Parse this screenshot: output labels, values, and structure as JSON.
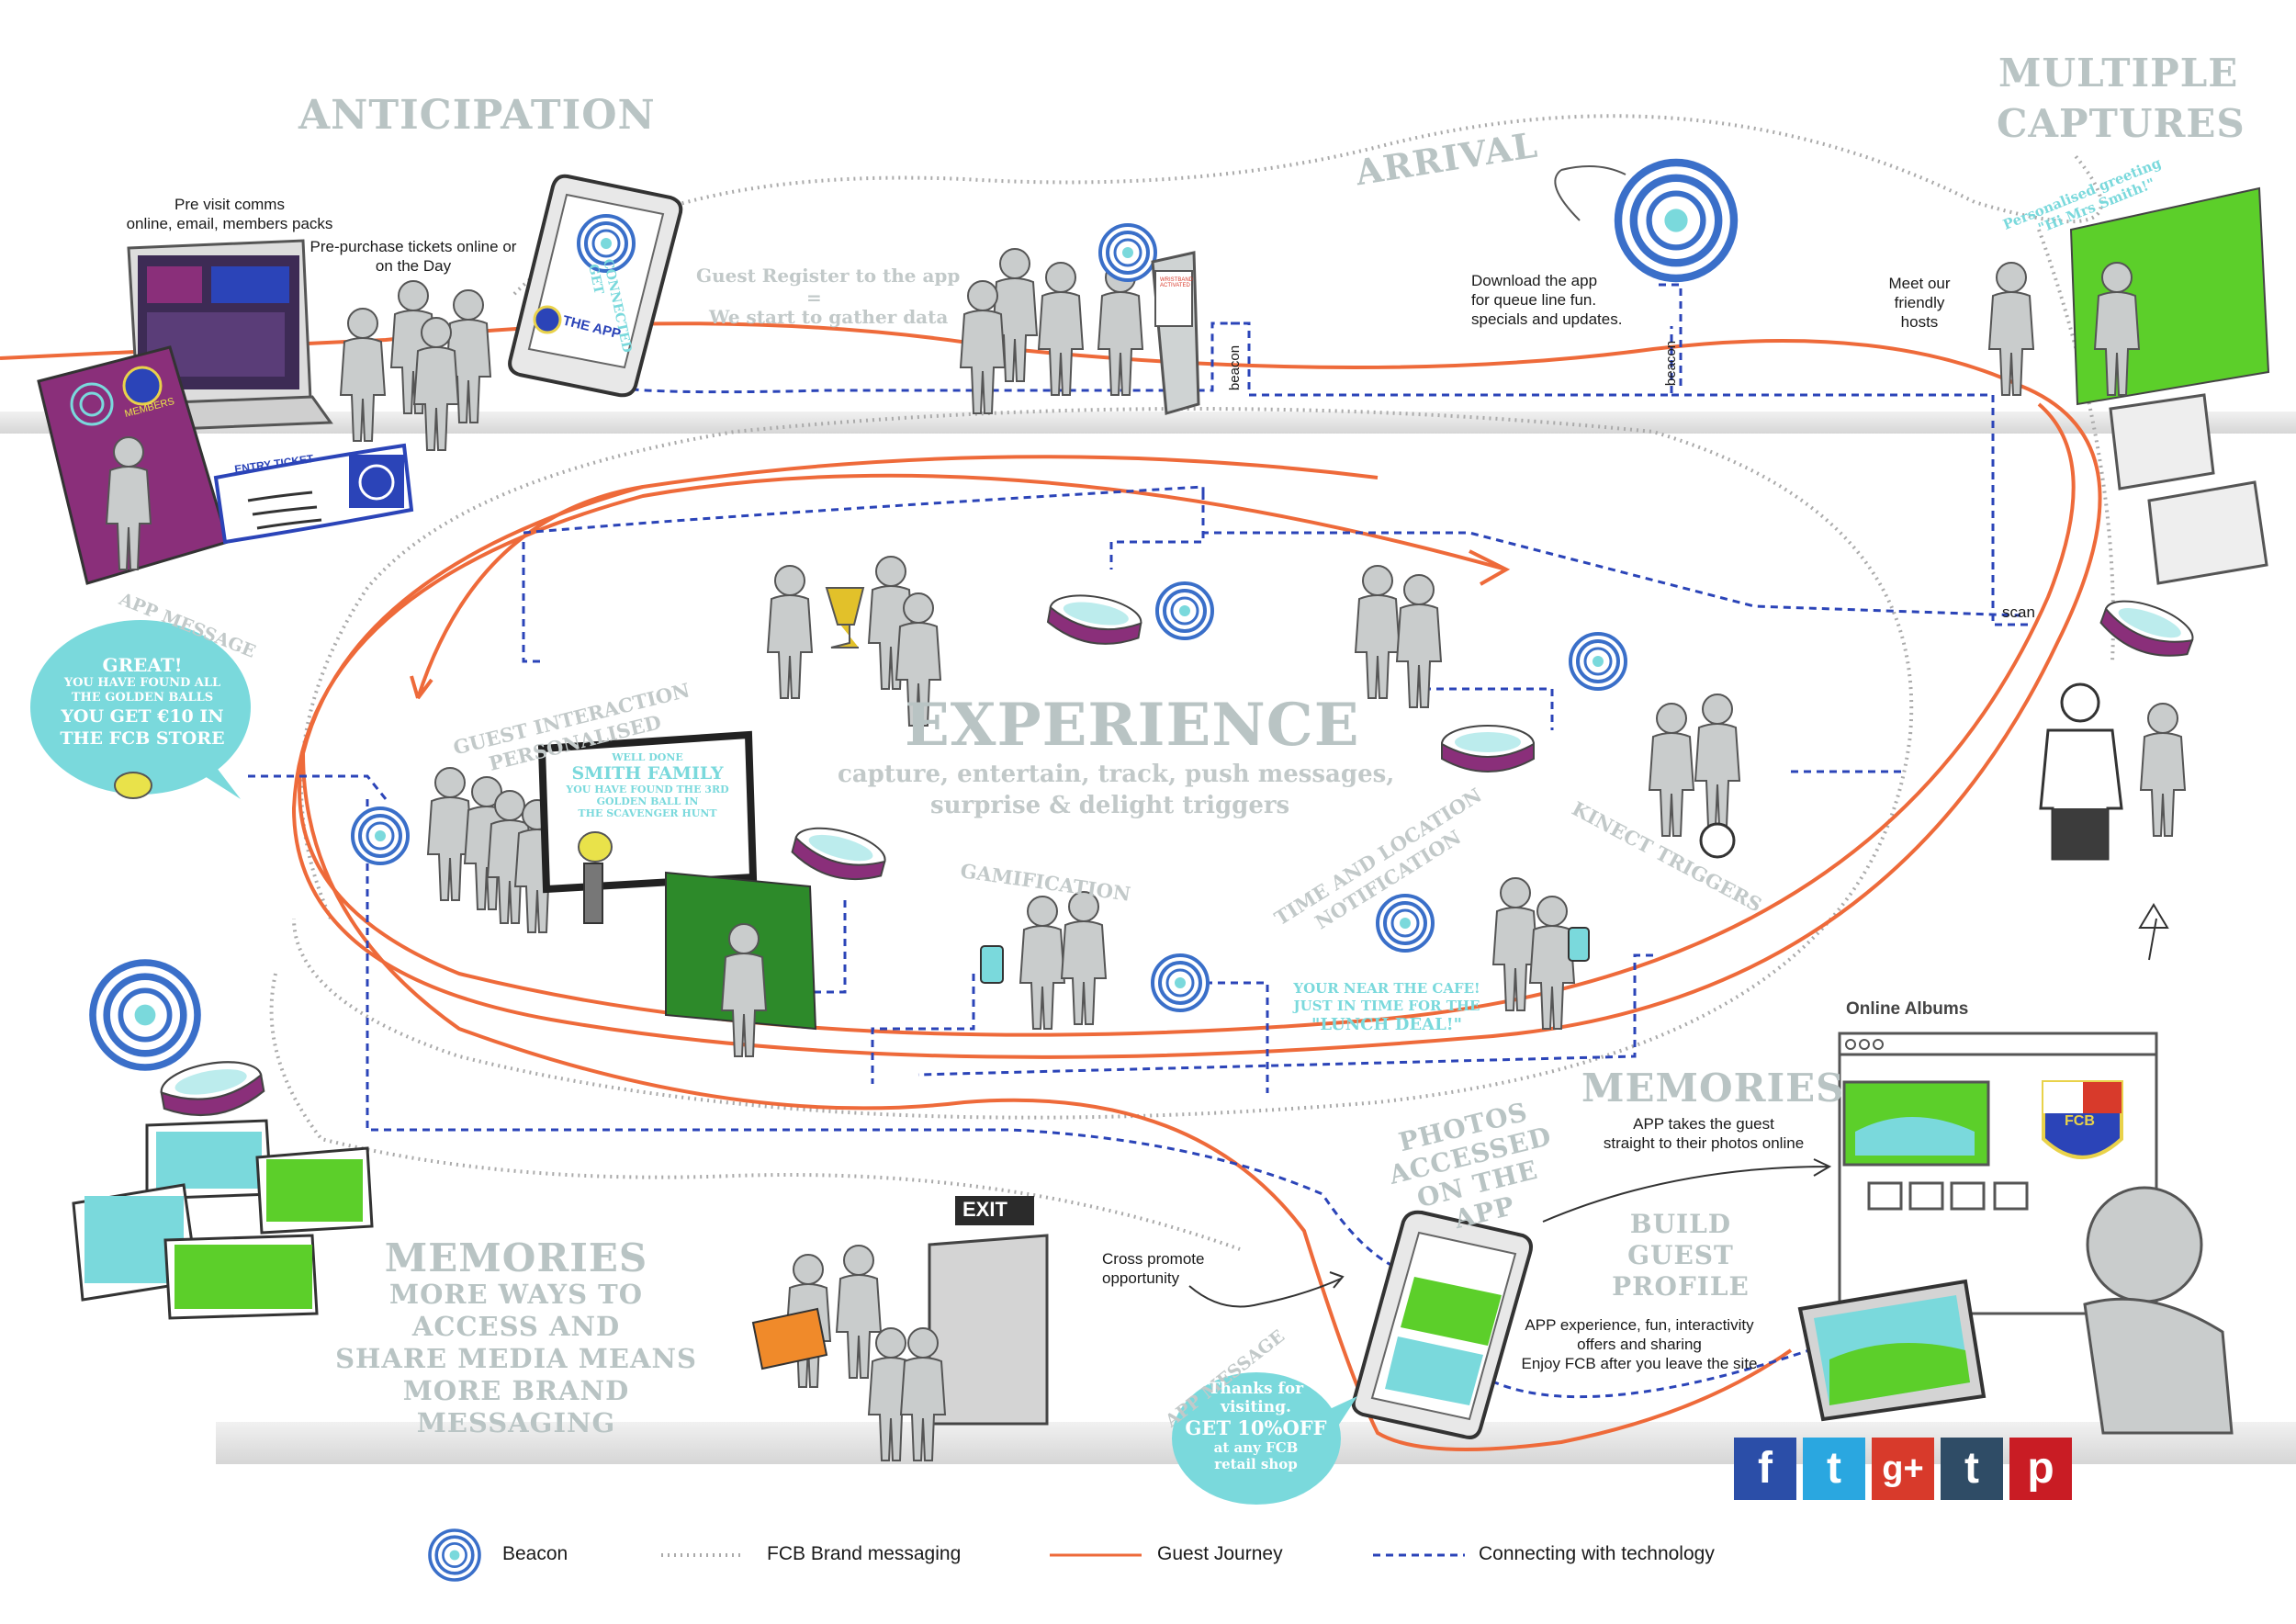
{
  "stages": {
    "anticipation": "ANTICIPATION",
    "arrival": "ARRIVAL",
    "multiple_captures_1": "MULTIPLE",
    "multiple_captures_2": "CAPTURES",
    "experience": "EXPERIENCE",
    "experience_sub_1": "capture, entertain, track, push messages,",
    "experience_sub_2": "surprise & delight triggers",
    "memories_right": "MEMORIES",
    "memories_left": [
      "MEMORIES",
      "MORE WAYS TO",
      "ACCESS AND",
      "SHARE MEDIA MEANS",
      "MORE BRAND MESSAGING"
    ]
  },
  "anticipation": {
    "previsit": [
      "Pre visit comms",
      "online, email, members packs"
    ],
    "prepurchase": [
      "Pre-purchase tickets online or",
      "on the Day"
    ],
    "phone_text_1": "GET",
    "phone_text_2": "CONNECTED",
    "phone_text_3": "THE APP",
    "members_label": "MEMBERS",
    "ticket_label": "ENTRY TICKET"
  },
  "arrival": {
    "guest_register": "Guest Register to the app",
    "equals": "=",
    "gather_data": "We start to gather data",
    "beacon_label_1": "beacon",
    "beacon_label_2": "beacon",
    "download": [
      "Download the app",
      "for queue line fun.",
      "specials and updates."
    ],
    "meet": [
      "Meet our",
      "friendly",
      "hosts"
    ],
    "kiosk_text": "WRISTBAND ACTIVATED"
  },
  "captures": {
    "greeting_1": "Personalised greeting",
    "greeting_2": "\"Hi Mrs Smith!\"",
    "scan": "scan"
  },
  "app_message_top": {
    "label": "APP MESSAGE",
    "lines": [
      "GREAT!",
      "YOU HAVE FOUND ALL",
      "THE GOLDEN BALLS",
      "YOU GET €10 IN",
      "THE FCB STORE"
    ]
  },
  "experience": {
    "guest_interaction_1": "GUEST INTERACTION",
    "guest_interaction_2": "PERSONALISED",
    "screen_lines": [
      "WELL DONE",
      "SMITH FAMILY",
      "YOU HAVE FOUND THE 3RD",
      "GOLDEN BALL IN",
      "THE SCAVENGER HUNT"
    ],
    "gamification": "GAMIFICATION",
    "time_location_1": "TIME AND LOCATION",
    "time_location_2": "NOTIFICATION",
    "kinect": "KINECT TRIGGERS",
    "cafe_lines": [
      "YOUR NEAR THE CAFE!",
      "JUST IN TIME FOR THE",
      "\"LUNCH DEAL!\""
    ]
  },
  "memories": {
    "online_albums": "Online Albums",
    "app_takes": [
      "APP takes the guest",
      "straight to their photos online"
    ],
    "photos_accessed": [
      "PHOTOS",
      "ACCESSED",
      "ON THE APP"
    ],
    "build_profile": [
      "BUILD",
      "GUEST PROFILE"
    ],
    "app_experience": [
      "APP experience, fun, interactivity",
      "offers and sharing",
      "Enjoy FCB after you leave the site"
    ],
    "cross_promote": [
      "Cross promote",
      "opportunity"
    ],
    "exit": "EXIT",
    "fcb": "FCB"
  },
  "app_message_bottom": {
    "label": "APP MESSAGE",
    "lines": [
      "Thanks for",
      "visiting.",
      "GET 10%OFF",
      "at any FCB",
      "retail shop"
    ]
  },
  "social": [
    {
      "name": "facebook",
      "glyph": "f",
      "color": "#2b4ea8"
    },
    {
      "name": "twitter",
      "glyph": "t",
      "color": "#2aa7e0"
    },
    {
      "name": "google-plus",
      "glyph": "g+",
      "color": "#d83a2b"
    },
    {
      "name": "tumblr",
      "glyph": "t",
      "color": "#2f4c66"
    },
    {
      "name": "pinterest",
      "glyph": "p",
      "color": "#c91c24"
    }
  ],
  "legend": {
    "beacon": "Beacon",
    "brand": "FCB Brand messaging",
    "journey": "Guest Journey",
    "tech": "Connecting with technology"
  },
  "colors": {
    "journey": "#ee6a3a",
    "tech": "#2b44b8",
    "brand": "#aaaaaa",
    "cyan": "#7ad9dc",
    "green": "#5ccf2a",
    "purple": "#8a2f7a",
    "beacon": "#3a6fc9"
  }
}
